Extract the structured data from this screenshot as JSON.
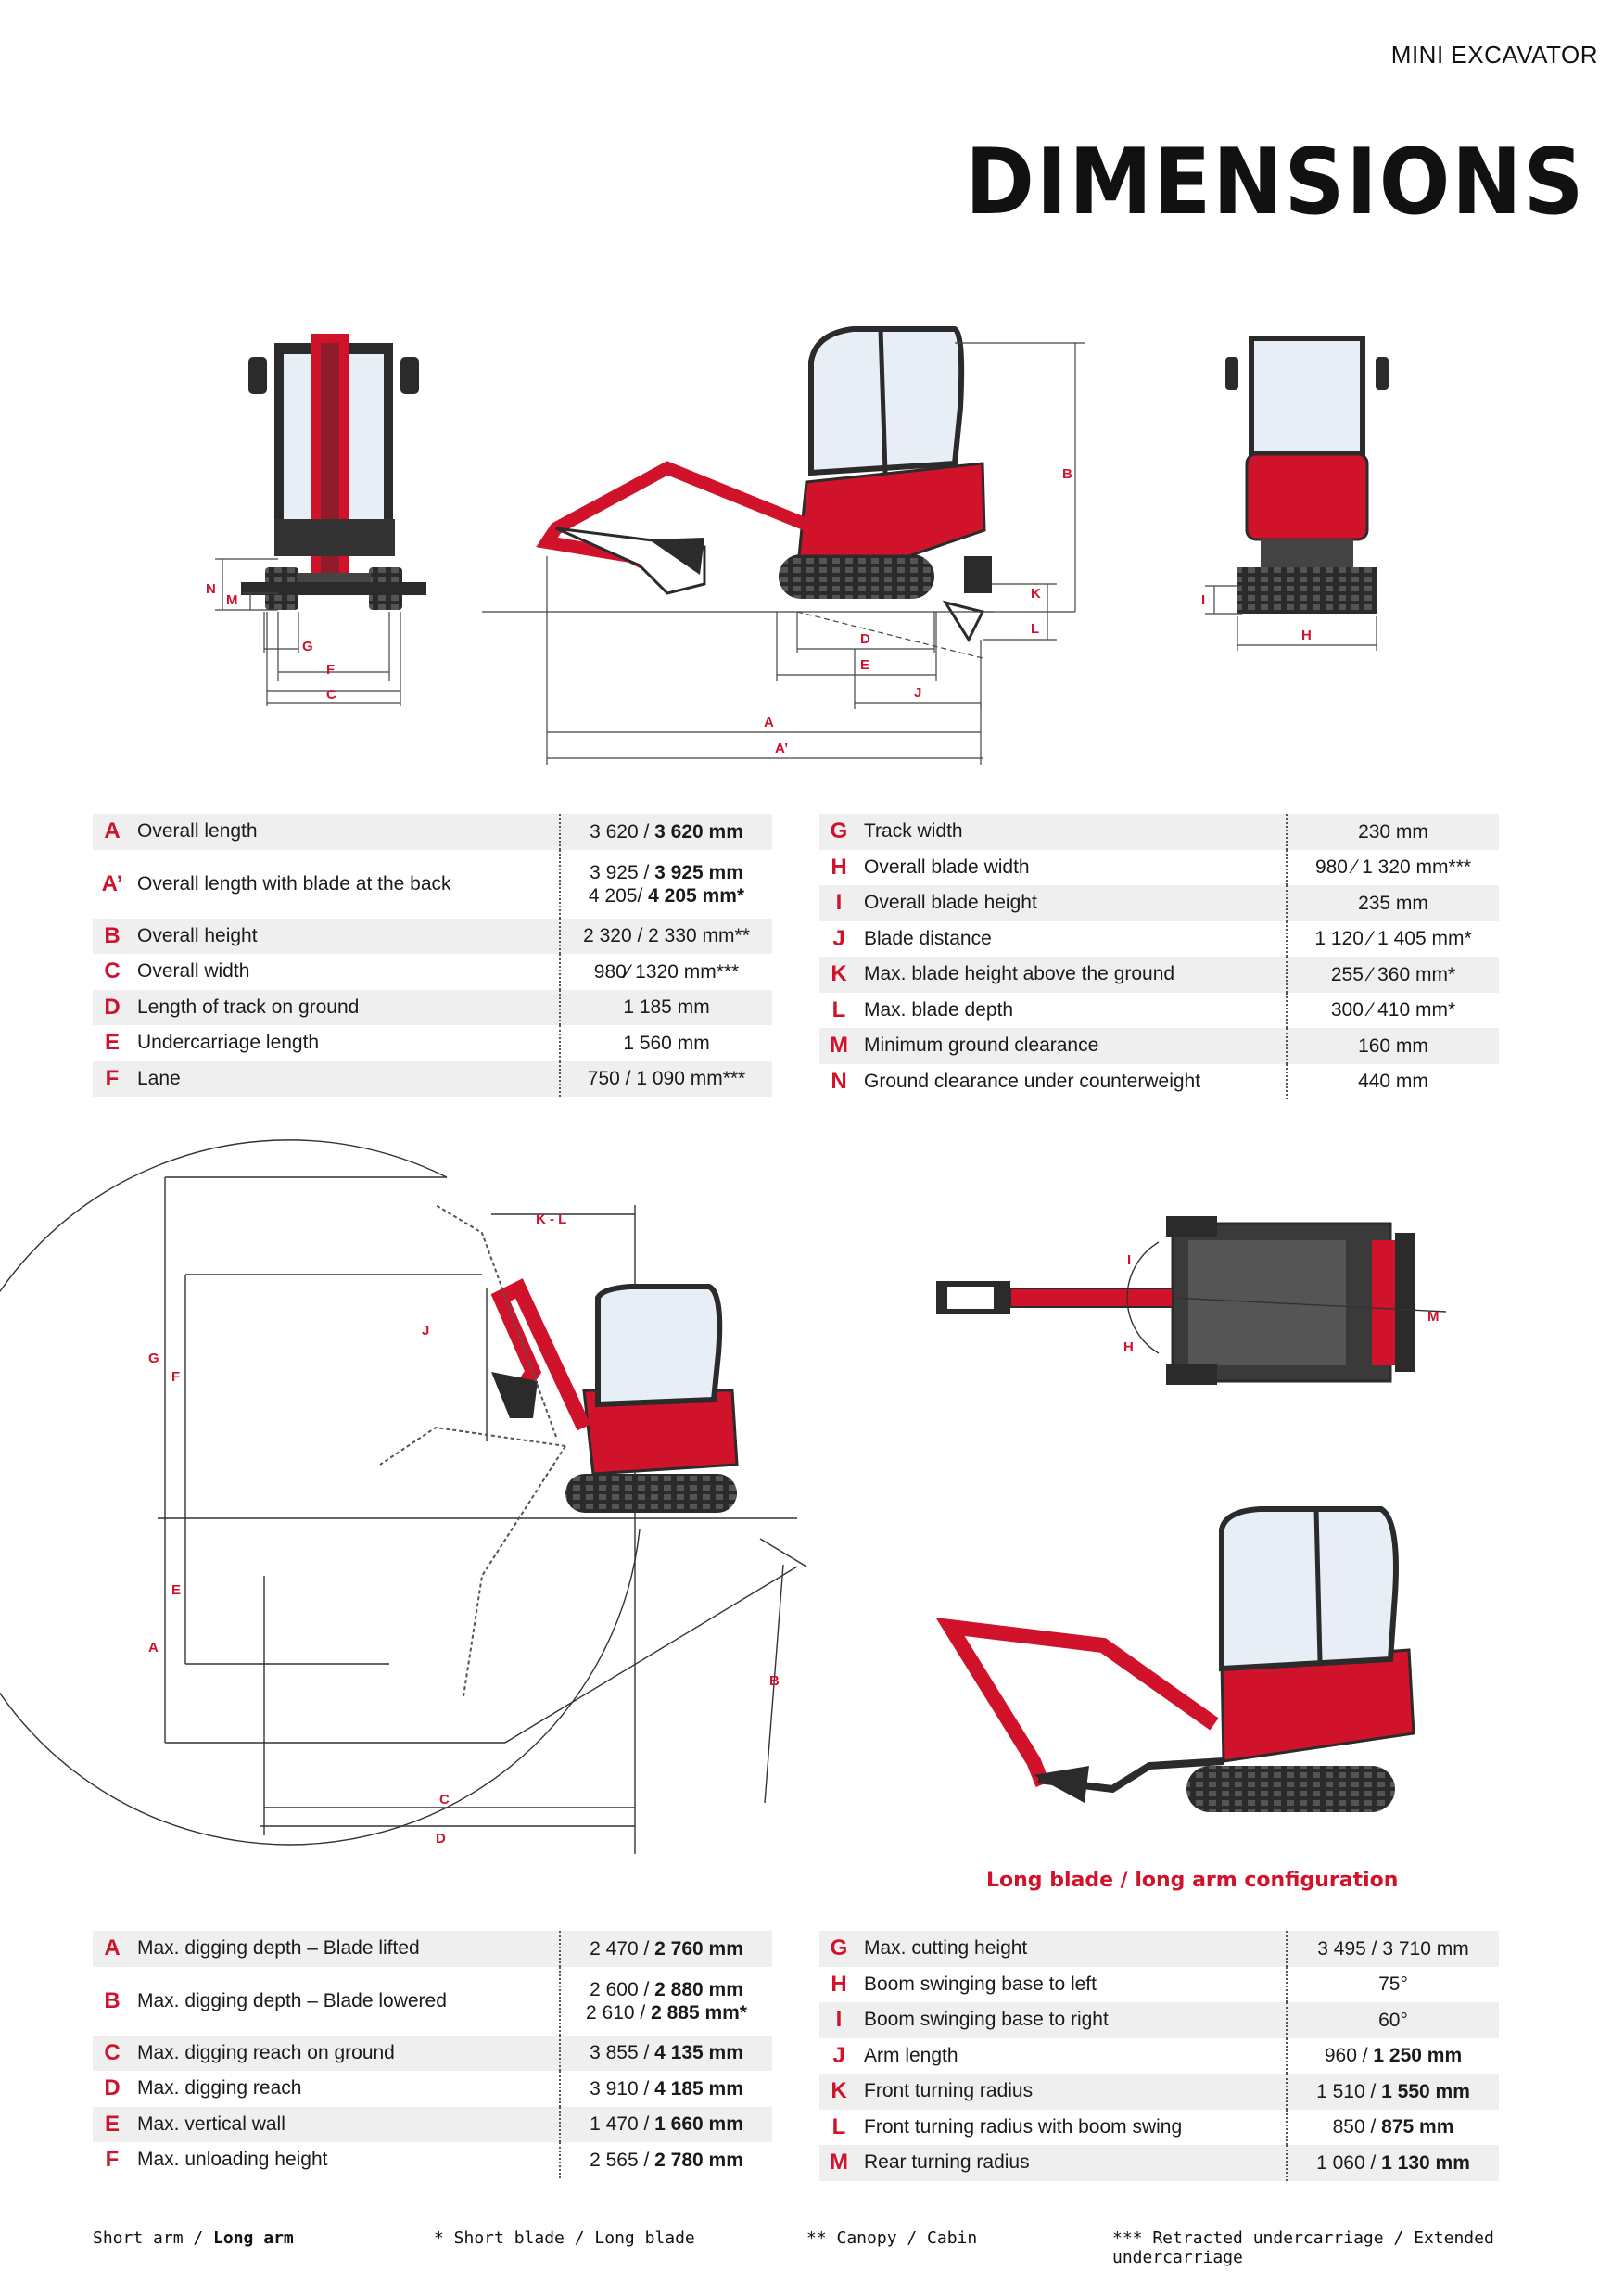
{
  "header": {
    "category": "MINI EXCAVATOR",
    "title": "DIMENSIONS"
  },
  "diagram1": {
    "labels": {
      "A": "A",
      "A2": "A’",
      "B": "B",
      "C": "C",
      "D": "D",
      "E": "E",
      "F": "F",
      "G": "G",
      "H": "H",
      "I": "I",
      "J": "J",
      "K": "K",
      "L": "L",
      "M": "M",
      "N": "N"
    }
  },
  "table1": {
    "left": [
      {
        "letter": "A",
        "label": "Overall length",
        "v1": "3 620 / ",
        "v1b": "3 620 mm",
        "v2": "",
        "v2b": ""
      },
      {
        "letter": "A’",
        "label": "Overall length with blade at the back",
        "v1": "3 925 / ",
        "v1b": "3 925 mm",
        "v2": "4 205/ ",
        "v2b": "4 205 mm*"
      },
      {
        "letter": "B",
        "label": "Overall height",
        "v1": "2 320 / 2 330 mm**",
        "v1b": "",
        "v2": "",
        "v2b": ""
      },
      {
        "letter": "C",
        "label": "Overall width",
        "v1": "980⁄  1320 mm***",
        "v1b": "",
        "v2": "",
        "v2b": ""
      },
      {
        "letter": "D",
        "label": "Length of track on ground",
        "v1": "1 185 mm",
        "v1b": "",
        "v2": "",
        "v2b": ""
      },
      {
        "letter": "E",
        "label": "Undercarriage length",
        "v1": "1 560 mm",
        "v1b": "",
        "v2": "",
        "v2b": ""
      },
      {
        "letter": "F",
        "label": "Lane",
        "v1": "750 / 1 090 mm***",
        "v1b": "",
        "v2": "",
        "v2b": ""
      }
    ],
    "right": [
      {
        "letter": "G",
        "label": "Track width",
        "v1": "230 mm",
        "v1b": ""
      },
      {
        "letter": "H",
        "label": "Overall blade width",
        "v1": "980 ⁄ 1 320 mm***",
        "v1b": ""
      },
      {
        "letter": "I",
        "label": "Overall blade height",
        "v1": "235 mm",
        "v1b": ""
      },
      {
        "letter": "J",
        "label": "Blade distance",
        "v1": "1 120 ⁄ 1 405 mm*",
        "v1b": ""
      },
      {
        "letter": "K",
        "label": "Max. blade height above the ground",
        "v1": "255 ⁄ 360 mm*",
        "v1b": ""
      },
      {
        "letter": "L",
        "label": "Max. blade depth",
        "v1": "300 ⁄ 410 mm*",
        "v1b": ""
      },
      {
        "letter": "M",
        "label": "Minimum ground clearance",
        "v1": "160 mm",
        "v1b": ""
      },
      {
        "letter": "N",
        "label": "Ground clearance under counterweight",
        "v1": "440 mm",
        "v1b": ""
      }
    ]
  },
  "diagram2": {
    "labels": {
      "A": "A",
      "B": "B",
      "C": "C",
      "D": "D",
      "E": "E",
      "F": "F",
      "G": "G",
      "J": "J",
      "KL": "K - L",
      "H": "H",
      "I": "I",
      "M": "M"
    },
    "caption": "Long blade / long arm configuration"
  },
  "table2": {
    "left": [
      {
        "letter": "A",
        "label": "Max. digging depth – Blade lifted",
        "v1": "2 470 / ",
        "v1b": "2 760 mm",
        "v2": "",
        "v2b": ""
      },
      {
        "letter": "B",
        "label": "Max. digging depth – Blade lowered",
        "v1": "2 600 / ",
        "v1b": "2 880 mm",
        "v2": "2 610 / ",
        "v2b": "2 885 mm*"
      },
      {
        "letter": "C",
        "label": "Max. digging reach on ground",
        "v1": "3 855 / ",
        "v1b": "4 135 mm",
        "v2": "",
        "v2b": ""
      },
      {
        "letter": "D",
        "label": "Max. digging reach",
        "v1": "3 910 / ",
        "v1b": "4 185 mm",
        "v2": "",
        "v2b": ""
      },
      {
        "letter": "E",
        "label": "Max. vertical wall",
        "v1": "1 470 / ",
        "v1b": "1 660 mm",
        "v2": "",
        "v2b": ""
      },
      {
        "letter": "F",
        "label": "Max. unloading height",
        "v1": "2 565 / ",
        "v1b": "2 780 mm",
        "v2": "",
        "v2b": ""
      }
    ],
    "right": [
      {
        "letter": "G",
        "label": "Max. cutting height",
        "v1": "3 495 / 3 710 mm",
        "v1b": ""
      },
      {
        "letter": "H",
        "label": "Boom swinging base to left",
        "v1": "75°",
        "v1b": ""
      },
      {
        "letter": "I",
        "label": "Boom swinging base to right",
        "v1": "60°",
        "v1b": ""
      },
      {
        "letter": "J",
        "label": "Arm length",
        "v1": "960 / ",
        "v1b": "1 250 mm"
      },
      {
        "letter": "K",
        "label": "Front turning radius",
        "v1": "1 510 / ",
        "v1b": "1 550 mm"
      },
      {
        "letter": "L",
        "label": "Front turning radius with boom swing",
        "v1": "850 / ",
        "v1b": "875 mm"
      },
      {
        "letter": "M",
        "label": "Rear turning radius",
        "v1": "1 060 / ",
        "v1b": "1 130 mm"
      }
    ]
  },
  "footer": {
    "n1a": "Short arm / ",
    "n1b": "Long arm",
    "n2": "* Short blade / Long blade",
    "n3": "** Canopy / Cabin",
    "n4": "*** Retracted undercarriage / Extended undercarriage"
  },
  "colors": {
    "accent": "#d0132b",
    "machine_dark": "#2b2b2b",
    "row_shade": "#efefef"
  }
}
